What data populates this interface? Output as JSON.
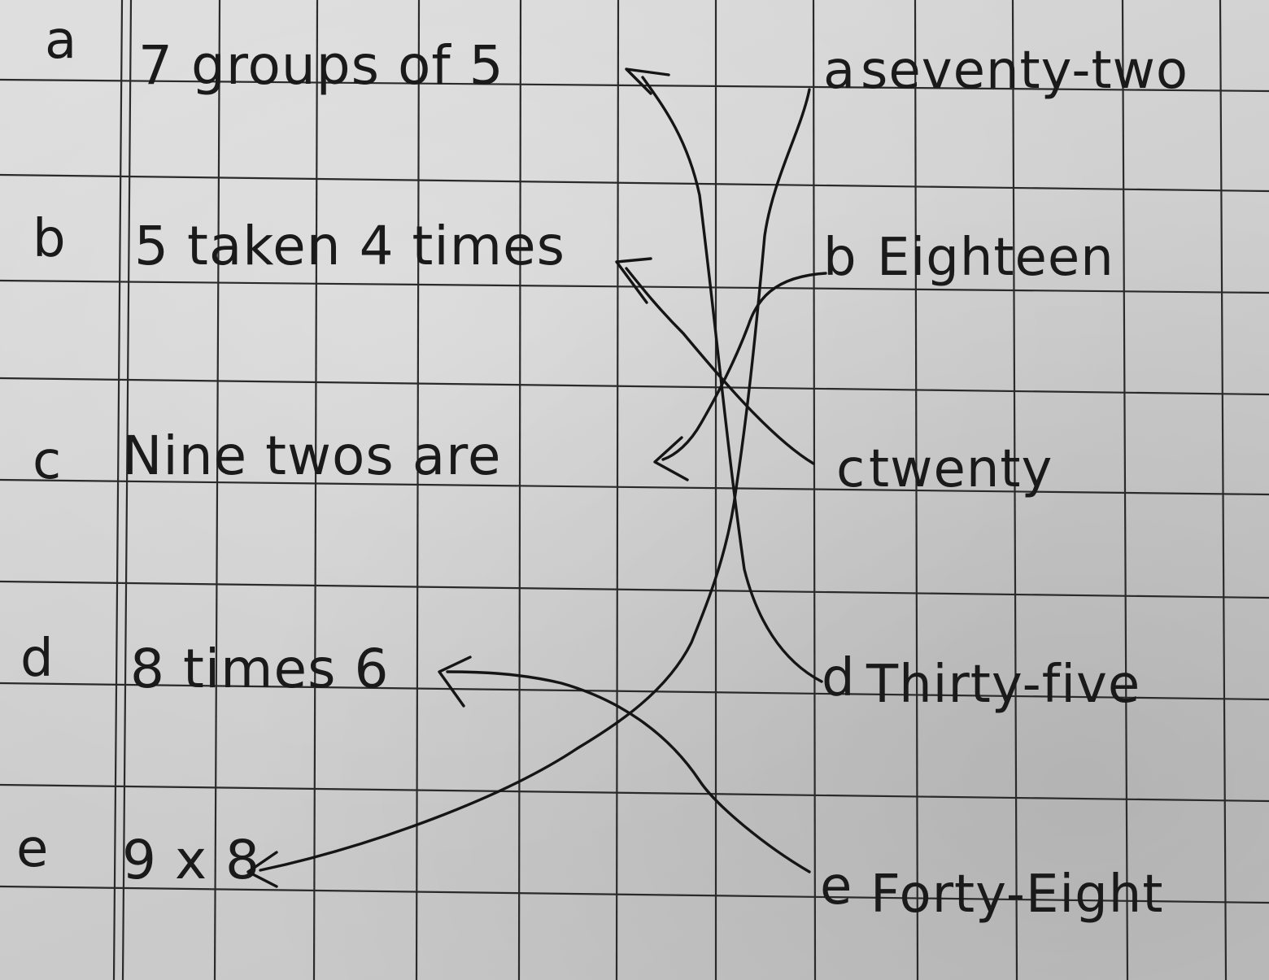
{
  "left_column": [
    {
      "letter": "a",
      "expression": "7 groups of 5"
    },
    {
      "letter": "b",
      "expression": "5 taken 4 times"
    },
    {
      "letter": "c",
      "expression": "Nine twos are"
    },
    {
      "letter": "d",
      "expression": "8 times 6"
    },
    {
      "letter": "e",
      "expression": "9 x 8"
    }
  ],
  "right_column": [
    {
      "letter": "a",
      "word": "seventy-two"
    },
    {
      "letter": "b",
      "word": "Eighteen"
    },
    {
      "letter": "c",
      "word": "twenty"
    },
    {
      "letter": "d",
      "word": "Thirty-five"
    },
    {
      "letter": "e",
      "word": "Forty-Eight"
    }
  ],
  "matches": [
    {
      "left": "a",
      "right": "d"
    },
    {
      "left": "b",
      "right": "c"
    },
    {
      "left": "c",
      "right": "b"
    },
    {
      "left": "d",
      "right": "e"
    },
    {
      "left": "e",
      "right": "a"
    }
  ]
}
